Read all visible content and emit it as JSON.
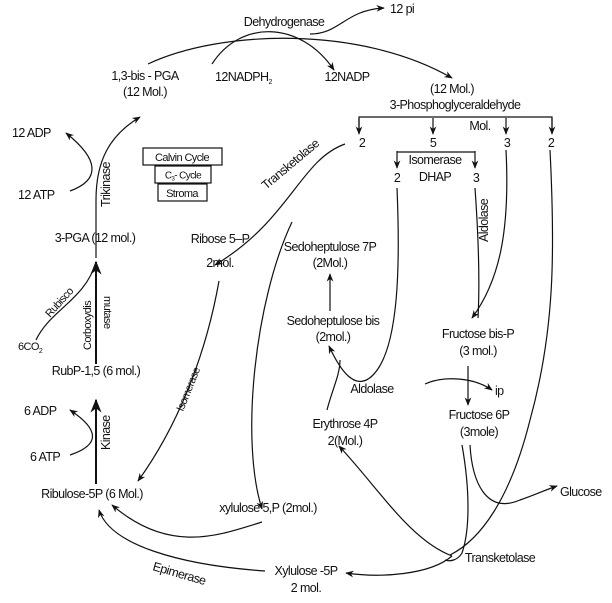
{
  "title": "Calvin Cycle",
  "legend_boxes": [
    "Calvin Cycle",
    "C3- Cycle",
    "Stroma"
  ],
  "c3_sub": "3",
  "nodes": {
    "bisPGA": "1,3-bis - PGA",
    "bisPGA_mol": "(12 Mol.)",
    "nadph": "12NADPH",
    "nadph_sub": "2",
    "nadp": "12NADP",
    "pi": "12 pi",
    "dehydrogenase": "Dehydrogenase",
    "pgald_mol": "(12 Mol.)",
    "pgald": "3-Phosphoglyceraldehyde",
    "mol": "Mol.",
    "split": [
      "2",
      "5",
      "3",
      "2"
    ],
    "isomerase_top": "Isomerase",
    "dhap": "DHAP",
    "dhap_split": [
      "2",
      "3"
    ],
    "adp12": "12 ADP",
    "atp12": "12 ATP",
    "trikinase": "Trikinase",
    "pga3": "3-PGA (12 mol.)",
    "transketolase_top": "Transketolase",
    "ribose": "Ribose 5–P",
    "ribose_mol": "2mol.",
    "sedo7": "Sedoheptulose 7P",
    "sedo7_mol": "(2Mol.)",
    "sedobis": "Sedoheptulose bis",
    "sedobis_mol": "(2mol.)",
    "aldolase_vert": "Aldolase",
    "frubis": "Fructose bis-P",
    "frubis_mol": "(3 mol.)",
    "aldolase": "Aldolase",
    "ip": "ip",
    "fru6": "Fructose 6P",
    "fru6_mol": "(3mole)",
    "ery": "Erythrose 4P",
    "ery_mol": "2(Mol.)",
    "glucose": "Glucose",
    "rubisco": "Rubisco",
    "co2": "6CO",
    "co2_sub": "2",
    "carboxydis": "Corboxydis",
    "mutase": "mutase",
    "rubp": "RubP-1,5 (6 mol.)",
    "adp6": "6 ADP",
    "atp6": "6 ATP",
    "kinase": "Kinase",
    "isomerase": "Isomerase",
    "ribulose": "Ribulose-5P (6 Mol.)",
    "xylulose52": "xylulose 5,P (2mol.)",
    "transketolase_bottom": "Transketolase",
    "xylulose": "Xylulose -5P",
    "xylulose_mol": "2 mol.",
    "epimerase": "Epimerase"
  }
}
